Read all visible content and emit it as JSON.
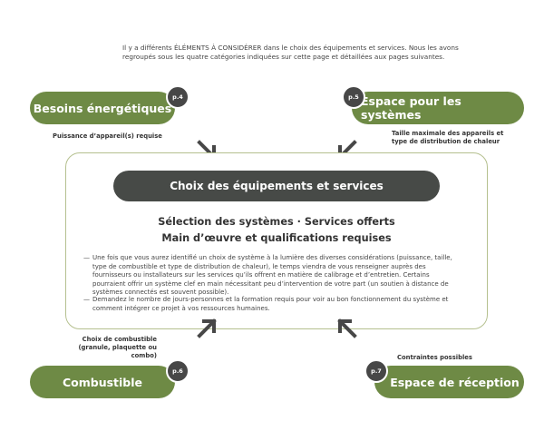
{
  "intro": "Il y a différents ÉLÉMENTS À CONSIDÉRER dans le choix des équipements et services. Nous les avons regroupés sous les quatre catégories indiquées sur cette page et détaillées aux pages suivantes.",
  "categories": {
    "besoins": {
      "label": "Besoins énergétiques",
      "page": "p.4",
      "note": "Puissance d’appareil(s) requise"
    },
    "espace_systemes": {
      "label": "Espace pour les systèmes",
      "page": "p.5",
      "note_line1": "Taille maximale des appareils et",
      "note_line2": "type de distribution de chaleur"
    },
    "combustible": {
      "label": "Combustible",
      "page": "p.6",
      "note_line1": "Choix de combustible",
      "note_line2": "(granule, plaquette ou combo)"
    },
    "reception": {
      "label": "Espace de réception",
      "page": "p.7",
      "note": "Contraintes possibles"
    }
  },
  "center": {
    "title": "Choix des équipements et services",
    "subtitle1": "Sélection des systèmes · Services offerts",
    "subtitle2": "Main d’œuvre et qualifications requises",
    "dash": "—",
    "bullet1": "Une fois que vous aurez identifié un choix de système à la lumière des diverses considérations (puissance, taille, type de combustible et type de distribution de chaleur), le temps viendra de vous renseigner auprès des fournisseurs ou installateurs sur les services qu’ils offrent en matière de calibrage et d’entretien. Certains pourraient offrir un système clef en main nécessitant peu d’intervention de votre part (un soutien à distance de systèmes connectés est souvent possible).",
    "bullet2": "Demandez le nombre de jours-personnes et la formation requis pour voir au bon fonctionnement du système et comment intégrer ce projet à vos ressources humaines."
  },
  "colors": {
    "green": "#6e8a45",
    "dark": "#474a47",
    "frame": "#b5c08f"
  },
  "icons": [
    "arrow-down-right-icon",
    "arrow-down-left-icon",
    "arrow-up-right-icon",
    "arrow-up-left-icon"
  ]
}
